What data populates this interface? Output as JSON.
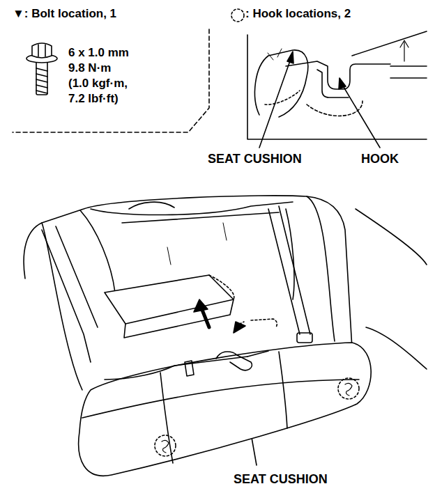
{
  "diagram": {
    "labels": [
      "▼: Bolt location, 1",
      ": Hook locations, 2",
      "6 x 1.0 mm",
      "9.8 N·m",
      "(1.0 kgf·m,",
      "7.2 lbf·ft)",
      "SEAT CUSHION",
      "HOOK",
      "SEAT CUSHION"
    ]
  }
}
